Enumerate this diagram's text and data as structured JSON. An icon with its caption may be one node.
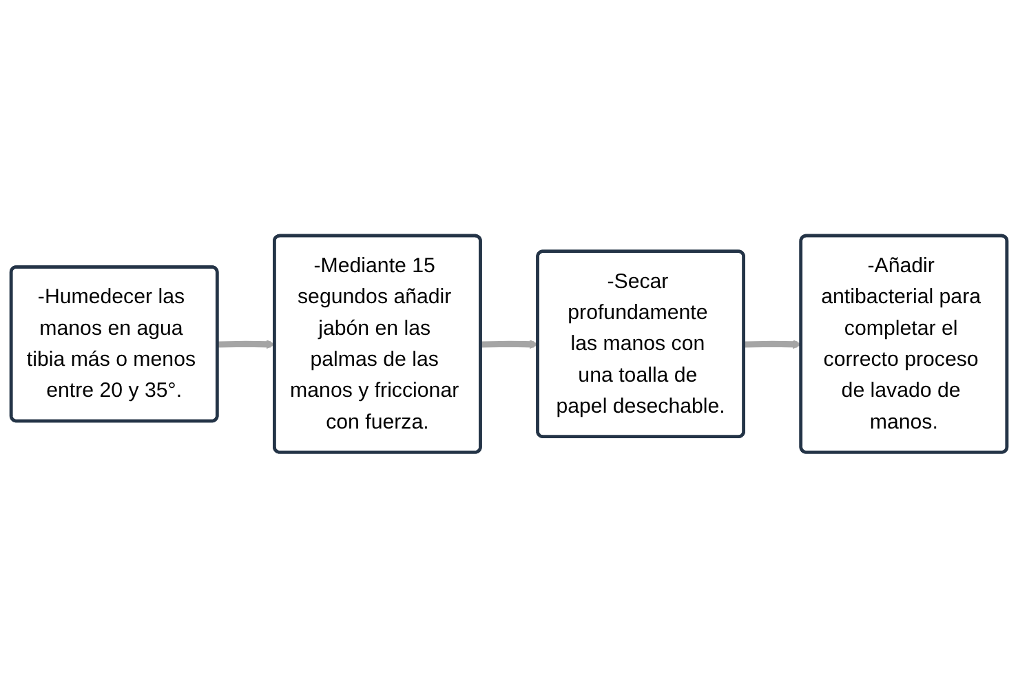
{
  "diagram": {
    "nodes": [
      {
        "text": [
          "-Humedecer las manos en agua tibia más o menos entre 20 y 35°."
        ]
      },
      {
        "text": [
          "-Mediante 15 segundos añadir jabón en las palmas de las manos y friccionar con fuerza."
        ]
      },
      {
        "text": [
          "-Secar profundamente las manos con una toalla de papel desechable."
        ]
      },
      {
        "text": [
          "-Añadir antibacterial para completar el correcto proceso de lavado de manos."
        ]
      }
    ],
    "edges": [
      {
        "from": 0,
        "to": 1,
        "arrow": "to"
      },
      {
        "from": 1,
        "to": 2,
        "arrow": "to"
      },
      {
        "from": 2,
        "to": 3,
        "arrow": "to"
      }
    ]
  }
}
